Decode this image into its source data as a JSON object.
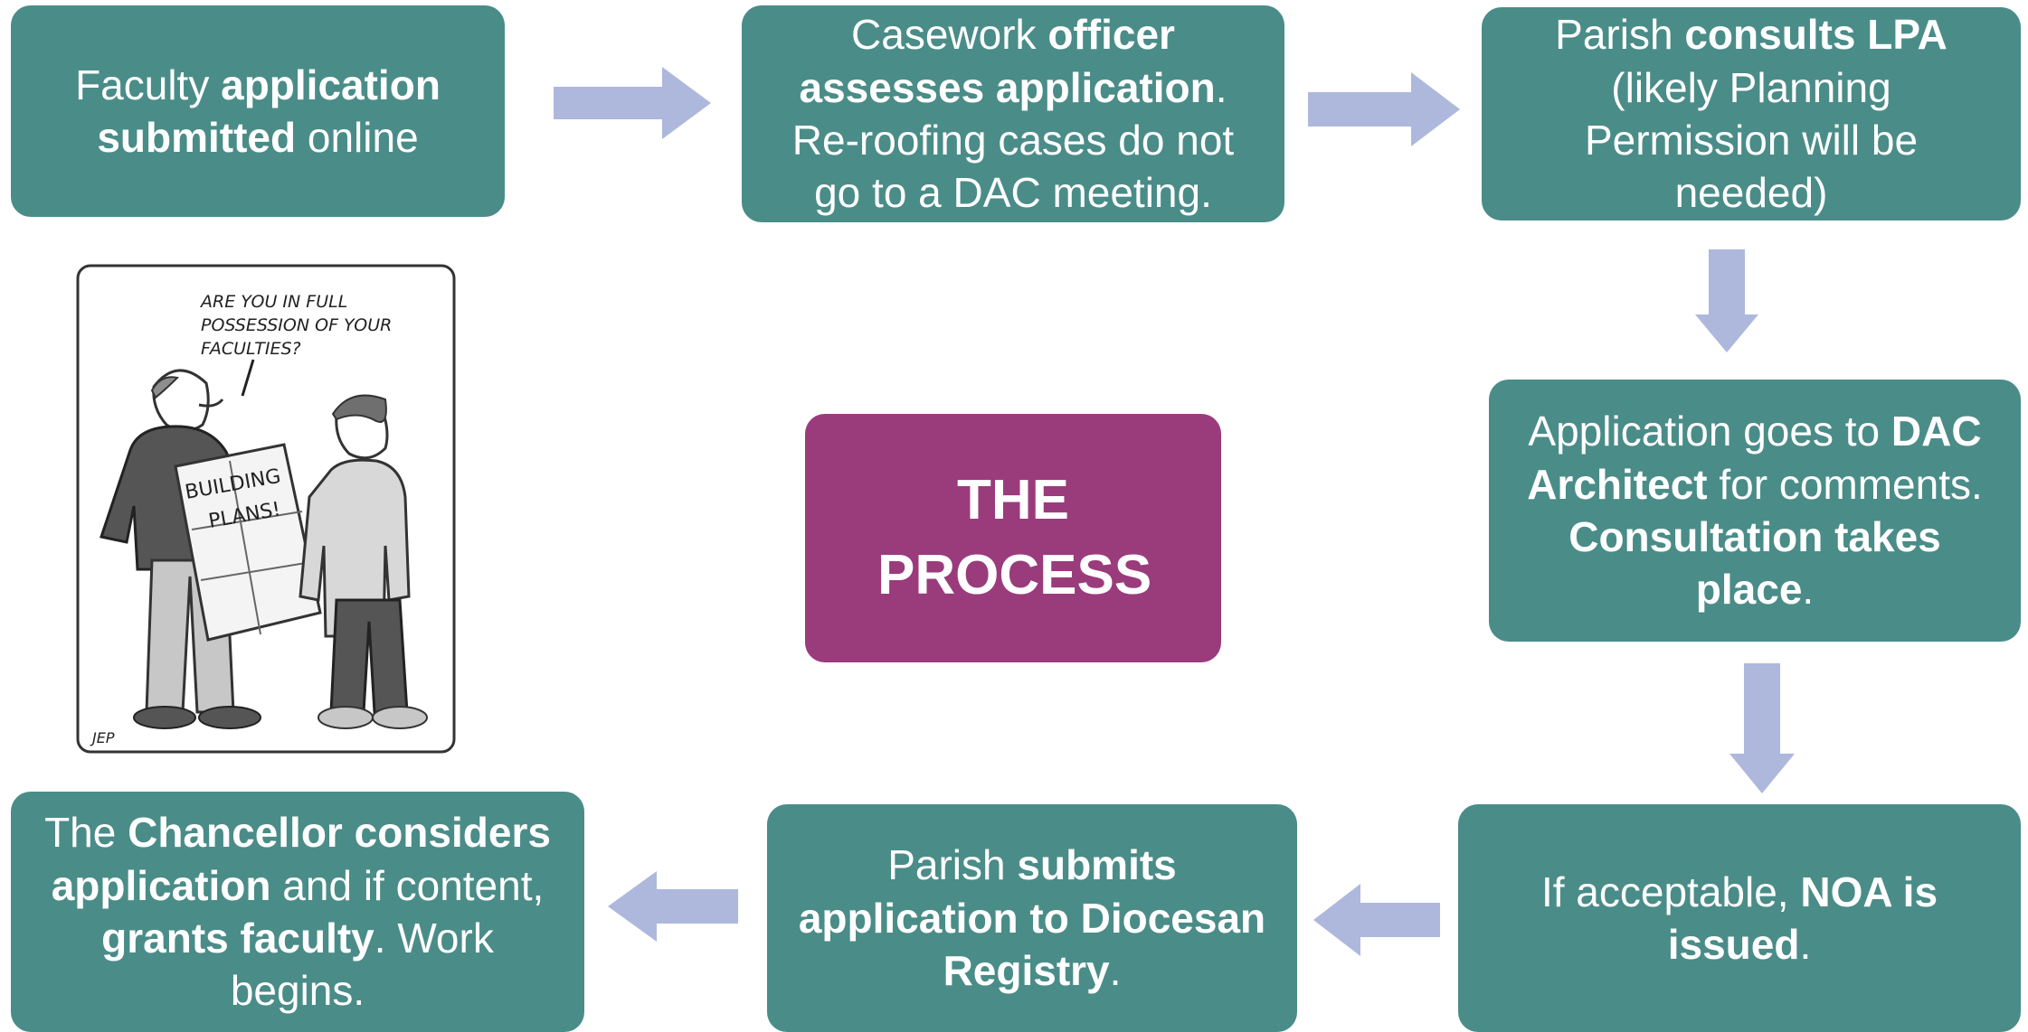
{
  "title": "THE PROCESS",
  "colors": {
    "box": "#4a8c88",
    "title_box": "#9a3b7c",
    "arrow": "#adb8dc"
  },
  "steps": [
    {
      "id": "step1",
      "parts": [
        {
          "t": "Faculty "
        },
        {
          "t": "application submitted",
          "b": true
        },
        {
          "t": " online"
        }
      ]
    },
    {
      "id": "step2",
      "parts": [
        {
          "t": "Casework "
        },
        {
          "t": "officer assesses application",
          "b": true
        },
        {
          "t": ". Re-roofing cases do not go to a DAC meeting."
        }
      ]
    },
    {
      "id": "step3",
      "parts": [
        {
          "t": "Parish "
        },
        {
          "t": "consults LPA",
          "b": true
        },
        {
          "t": " (likely Planning Permission will be needed)"
        }
      ]
    },
    {
      "id": "step4",
      "parts": [
        {
          "t": "Application goes to "
        },
        {
          "t": "DAC Architect",
          "b": true
        },
        {
          "t": " for comments. "
        },
        {
          "t": "Consultation takes place",
          "b": true
        },
        {
          "t": "."
        }
      ]
    },
    {
      "id": "step5",
      "parts": [
        {
          "t": "If acceptable, "
        },
        {
          "t": "NOA is issued",
          "b": true
        },
        {
          "t": "."
        }
      ]
    },
    {
      "id": "step6",
      "parts": [
        {
          "t": "Parish "
        },
        {
          "t": "submits application to Diocesan Registry",
          "b": true
        },
        {
          "t": "."
        }
      ]
    },
    {
      "id": "step7",
      "parts": [
        {
          "t": "The "
        },
        {
          "t": "Chancellor considers application",
          "b": true
        },
        {
          "t": " and if content, "
        },
        {
          "t": "grants faculty",
          "b": true
        },
        {
          "t": ". Work begins."
        }
      ]
    }
  ],
  "cartoon": {
    "speech": [
      "ARE YOU IN FULL",
      "POSSESSION OF YOUR",
      "FACULTIES?"
    ],
    "plans": [
      "BUILDING",
      "PLANS!"
    ],
    "signature": "JEP"
  }
}
